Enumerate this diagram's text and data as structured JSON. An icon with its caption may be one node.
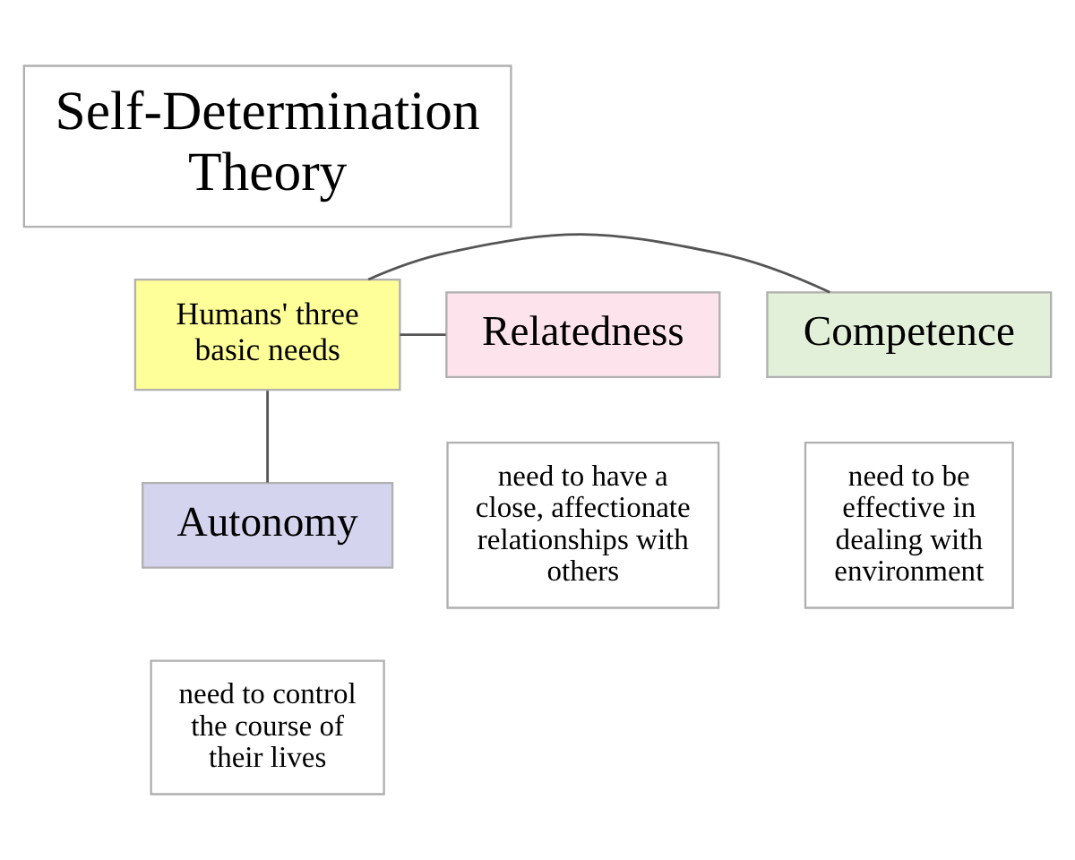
{
  "diagram": {
    "nodes": [
      {
        "text": [
          "Self-Determination Theory"
        ]
      },
      {
        "text": [
          "Competence"
        ]
      },
      {
        "text": [
          "Humans' three basic needs"
        ]
      },
      {
        "text": [
          "Relatedness"
        ]
      },
      {
        "text": [
          "need to be effective in dealing with environment"
        ]
      },
      {
        "text": [
          "Autonomy"
        ]
      },
      {
        "text": [
          "need to have a close, affectionate relationships with others"
        ]
      },
      {
        "text": [
          "need to control the course of their lives"
        ]
      }
    ],
    "edges": [
      {
        "from": 2,
        "to": 1,
        "arrow": "none"
      },
      {
        "from": 2,
        "to": 3,
        "arrow": "none"
      },
      {
        "from": 2,
        "to": 5,
        "arrow": "none"
      }
    ]
  }
}
